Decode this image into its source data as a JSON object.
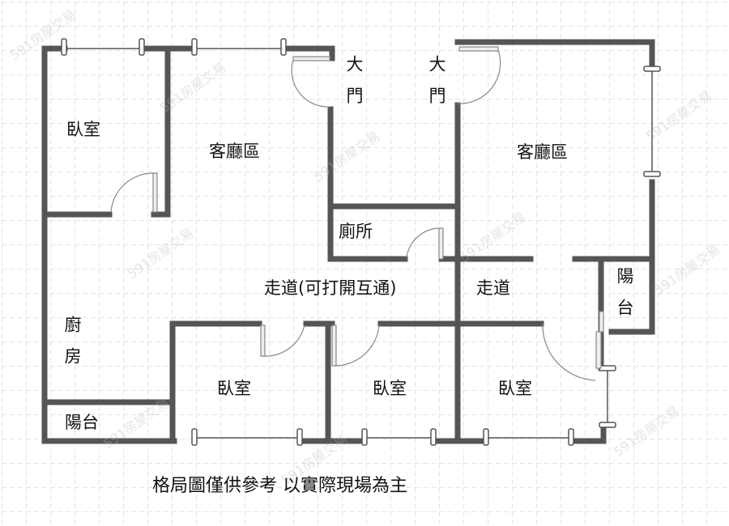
{
  "floorplan": {
    "rooms": [
      {
        "id": "bedroom-top-left",
        "label": "臥室"
      },
      {
        "id": "living-left",
        "label": "客廳區"
      },
      {
        "id": "main-door-left",
        "label": "大門"
      },
      {
        "id": "main-door-right",
        "label": "大門"
      },
      {
        "id": "living-right",
        "label": "客廳區"
      },
      {
        "id": "toilet",
        "label": "廁所"
      },
      {
        "id": "corridor-left",
        "label": "走道(可打開互通)"
      },
      {
        "id": "corridor-right",
        "label": "走道"
      },
      {
        "id": "kitchen",
        "label": "廚房"
      },
      {
        "id": "balcony-left",
        "label": "陽台"
      },
      {
        "id": "balcony-right",
        "label": "陽台"
      },
      {
        "id": "bedroom-bottom-1",
        "label": "臥室"
      },
      {
        "id": "bedroom-bottom-2",
        "label": "臥室"
      },
      {
        "id": "bedroom-bottom-3",
        "label": "臥室"
      }
    ],
    "footer_note": "格局圖僅供參考 以實際現場為主",
    "watermark": "591房屋交易",
    "colors": {
      "wall": "#555555",
      "grid": "#c8c8c8",
      "door": "#888888",
      "text": "#111111"
    }
  }
}
